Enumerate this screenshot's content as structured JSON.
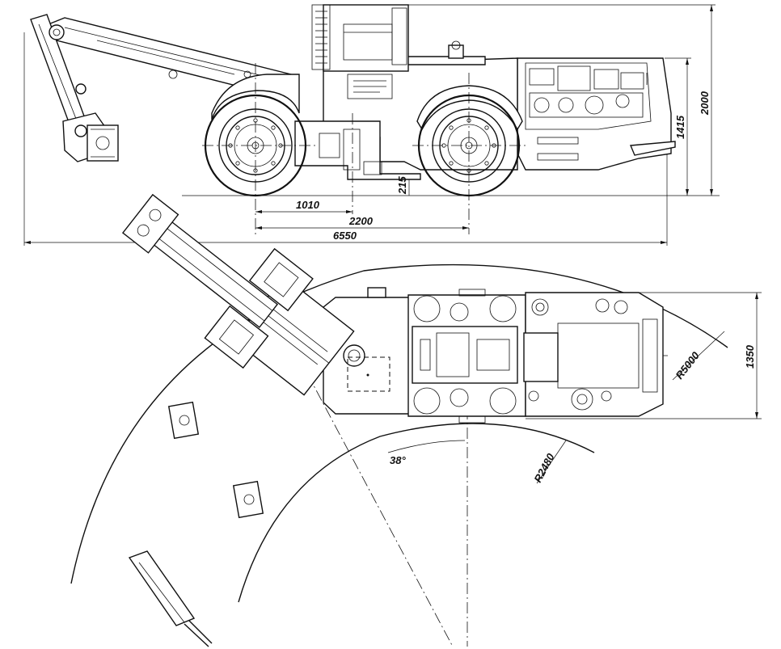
{
  "side_view": {
    "dimensions": {
      "wheel_center_offset": "1010",
      "wheelbase": "2200",
      "overall_length": "6550",
      "ground_clearance": "215",
      "body_height": "1415",
      "overall_height": "2000"
    }
  },
  "top_view": {
    "dimensions": {
      "width": "1350",
      "outer_turn_radius": "R5000",
      "inner_turn_radius": "R2480",
      "boom_swing_angle": "38°"
    }
  }
}
